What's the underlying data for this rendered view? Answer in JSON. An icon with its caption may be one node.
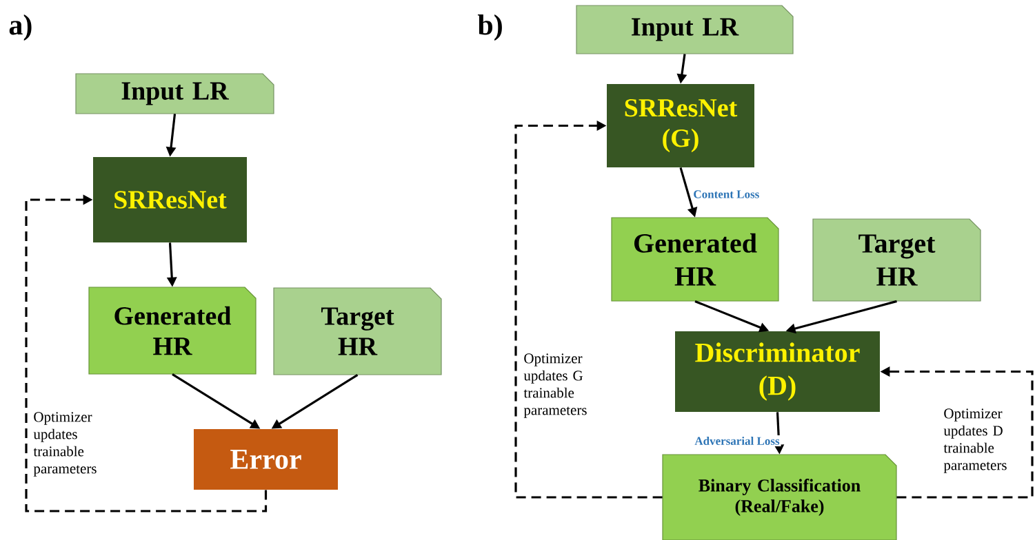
{
  "diagram": {
    "nodes": [
      {
        "text": [
          "Input LR"
        ]
      },
      {
        "text": [
          "SRResNet"
        ]
      },
      {
        "text": [
          "Generated HR"
        ]
      },
      {
        "text": [
          "Target HR"
        ]
      },
      {
        "text": [
          "Error"
        ]
      },
      {
        "text": [
          "Input LR"
        ]
      },
      {
        "text": [
          "SRResNet (G)"
        ]
      },
      {
        "text": [
          "Generated HR"
        ]
      },
      {
        "text": [
          "Target HR"
        ]
      },
      {
        "text": [
          "Discriminator (D)"
        ]
      },
      {
        "text": [
          "Binary Classification (Real/Fake)"
        ]
      }
    ],
    "edges": [
      {
        "from": 0,
        "to": 1,
        "arrow": "to"
      },
      {
        "from": 1,
        "to": 2,
        "arrow": "to"
      },
      {
        "from": 2,
        "to": 4,
        "arrow": "to"
      },
      {
        "from": 3,
        "to": 4,
        "arrow": "to"
      },
      {
        "from": 4,
        "to": 1,
        "arrow": "to",
        "style": "dashed",
        "label": "Optimizer updates trainable parameters"
      },
      {
        "from": 5,
        "to": 6,
        "arrow": "to"
      },
      {
        "from": 6,
        "to": 7,
        "arrow": "to",
        "label": "Content Loss"
      },
      {
        "from": 7,
        "to": 9,
        "arrow": "to"
      },
      {
        "from": 8,
        "to": 9,
        "arrow": "to"
      },
      {
        "from": 9,
        "to": 10,
        "arrow": "to",
        "label": "Adversarial Loss"
      },
      {
        "from": 10,
        "to": 6,
        "arrow": "to",
        "style": "dashed",
        "label": "Optimizer updates G trainable parameters"
      },
      {
        "from": 10,
        "to": 9,
        "arrow": "to",
        "style": "dashed",
        "label": "Optimizer updates D trainable parameters"
      }
    ],
    "labels": [
      "a)",
      "b)"
    ]
  }
}
